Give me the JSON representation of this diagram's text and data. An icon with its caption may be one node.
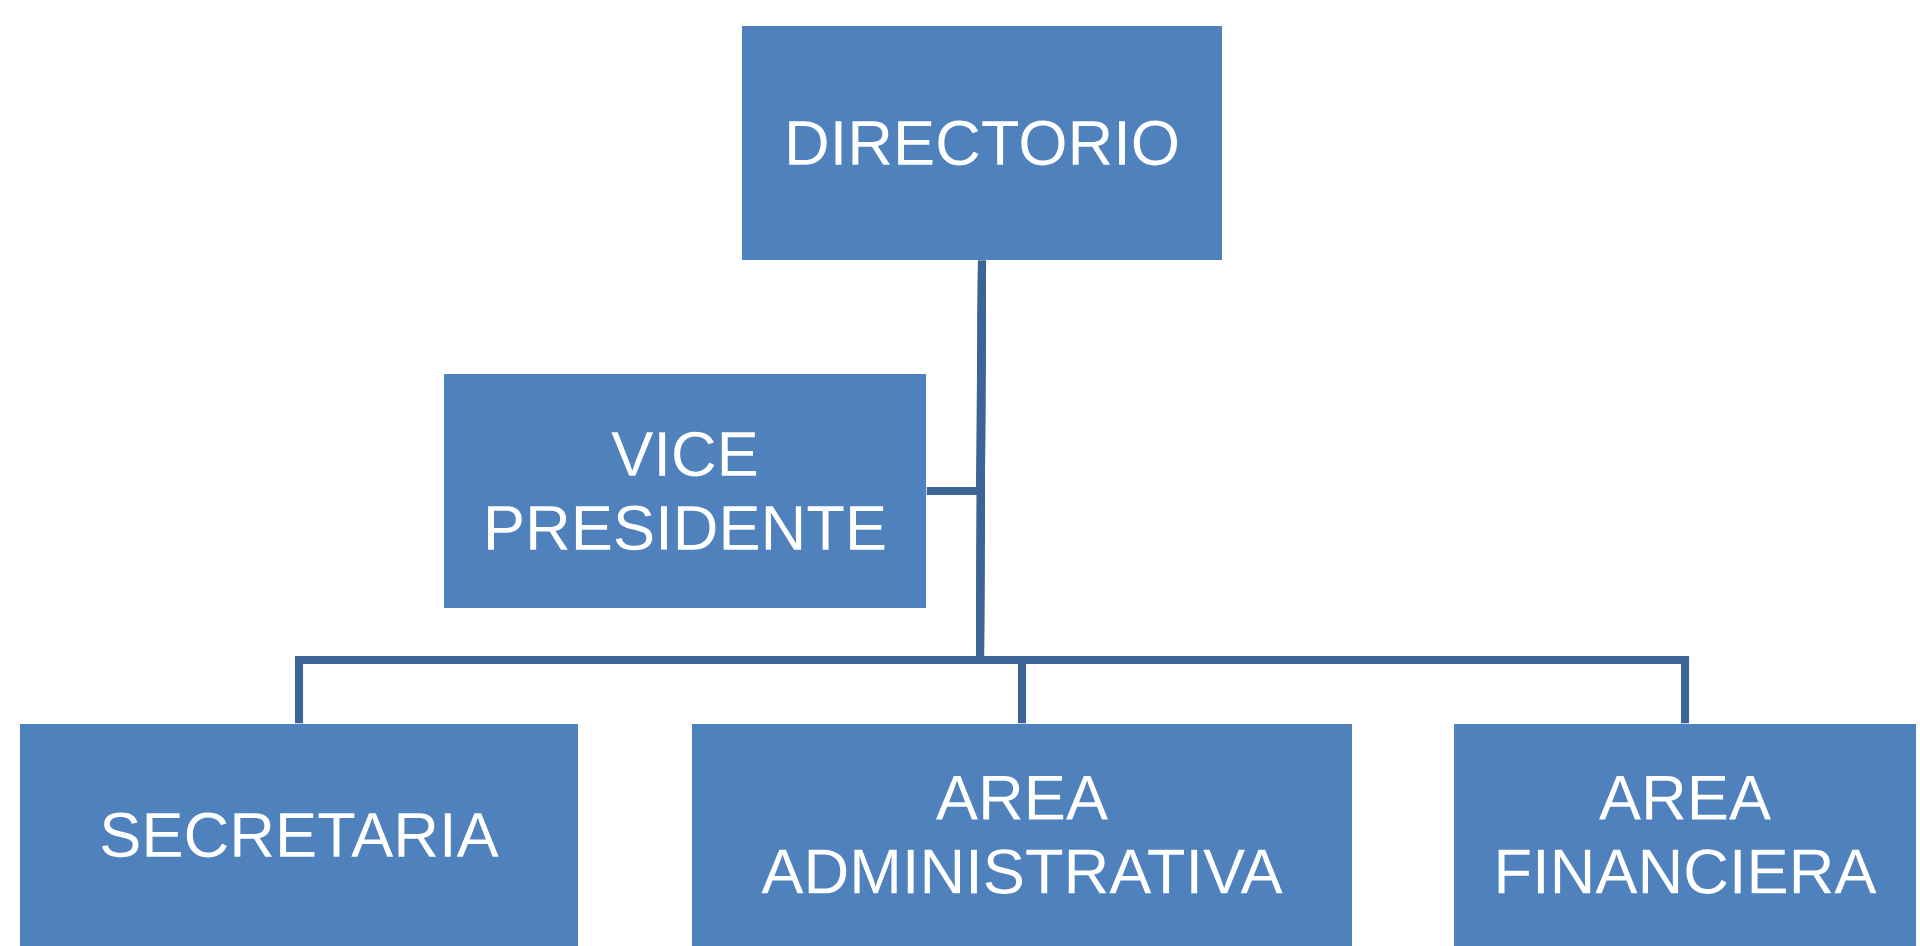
{
  "diagram": {
    "nodes": [
      {
        "text": [
          "DIRECTORIO"
        ]
      },
      {
        "text": [
          "VICE PRESIDENTE"
        ]
      },
      {
        "text": [
          "SECRETARIA"
        ]
      },
      {
        "text": [
          "AREA ADMINISTRATIVA"
        ]
      },
      {
        "text": [
          "AREA FINANCIERA"
        ]
      }
    ],
    "edges": [
      {
        "from": 0,
        "to": 1,
        "arrow": "none"
      },
      {
        "from": 0,
        "to": 2,
        "arrow": "none"
      },
      {
        "from": 0,
        "to": 3,
        "arrow": "none"
      },
      {
        "from": 0,
        "to": 4,
        "arrow": "none"
      }
    ]
  }
}
